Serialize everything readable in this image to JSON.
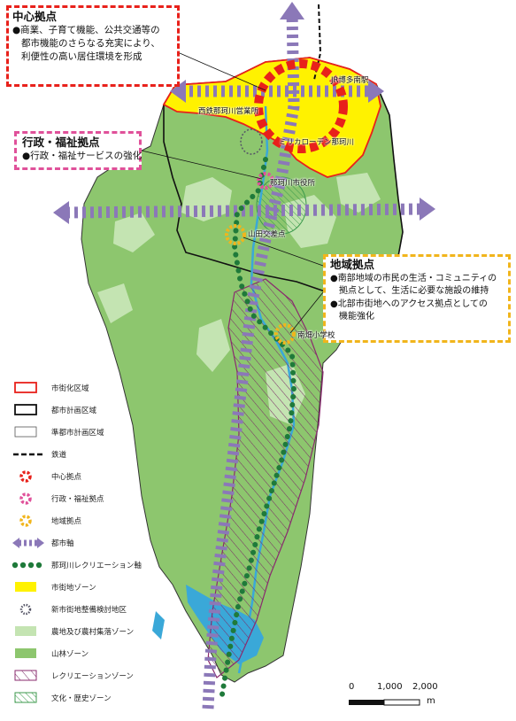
{
  "callouts": {
    "center": {
      "title": "中心拠点",
      "lines": [
        "●商業、子育て機能、公共交通等の",
        "都市機能のさらなる充実により、",
        "利便性の高い居住環境を形成"
      ]
    },
    "admin": {
      "title": "行政・福祉拠点",
      "lines": [
        "●行政・福祉サービスの強化"
      ]
    },
    "region": {
      "title": "地域拠点",
      "lines": [
        "●南部地域の市民の生活・コミュニティの",
        "拠点として、生活に必要な施設の維持",
        "●北部市街地へのアクセス拠点としての",
        "機能強化"
      ]
    }
  },
  "place_labels": {
    "jr_station": "JR博多南駅",
    "nishitetsu_station": "西鉄那珂川営業所",
    "river_garden": "ミリカローデン那珂川",
    "city_office": "那珂川市役所",
    "yamada_intersection": "山田交差点",
    "minamihata_school": "南畑小学校"
  },
  "legend": [
    {
      "symbol": "urbanization-area",
      "label": "市街化区域"
    },
    {
      "symbol": "city-planning-area",
      "label": "都市計画区域"
    },
    {
      "symbol": "quasi-city-planning-area",
      "label": "準都市計画区域"
    },
    {
      "symbol": "railway",
      "label": "鉄道"
    },
    {
      "symbol": "central-hub",
      "label": "中心拠点"
    },
    {
      "symbol": "admin-welfare-hub",
      "label": "行政・福祉拠点"
    },
    {
      "symbol": "regional-hub",
      "label": "地域拠点"
    },
    {
      "symbol": "urban-axis",
      "label": "都市軸"
    },
    {
      "symbol": "recreation-axis",
      "label": "那珂川レクリエーション軸"
    },
    {
      "symbol": "urban-zone",
      "label": "市街地ゾーン"
    },
    {
      "symbol": "new-urban-study-district",
      "label": "新市街地整備検討地区"
    },
    {
      "symbol": "farmland-zone",
      "label": "農地及び農村集落ゾーン"
    },
    {
      "symbol": "forest-zone",
      "label": "山林ゾーン"
    },
    {
      "symbol": "recreation-zone",
      "label": "レクリエーションゾーン"
    },
    {
      "symbol": "culture-history-zone",
      "label": "文化・歴史ゾーン"
    }
  ],
  "scale": {
    "ticks": [
      "0",
      "1,000",
      "2,000"
    ],
    "unit": "m"
  },
  "colors": {
    "forest": "#8dc66e",
    "farmland": "#c4e4b2",
    "urban_zone": "#fff200",
    "urbanization_boundary": "#e8211b",
    "central_hub": "#e8211b",
    "admin_hub": "#e0519a",
    "regional_hub": "#f1b51c",
    "urban_axis": "#8b78b8",
    "recreation_axis": "#1f7a3a",
    "river": "#3aa8d8",
    "recreation_zone": "#8a2a6e"
  }
}
